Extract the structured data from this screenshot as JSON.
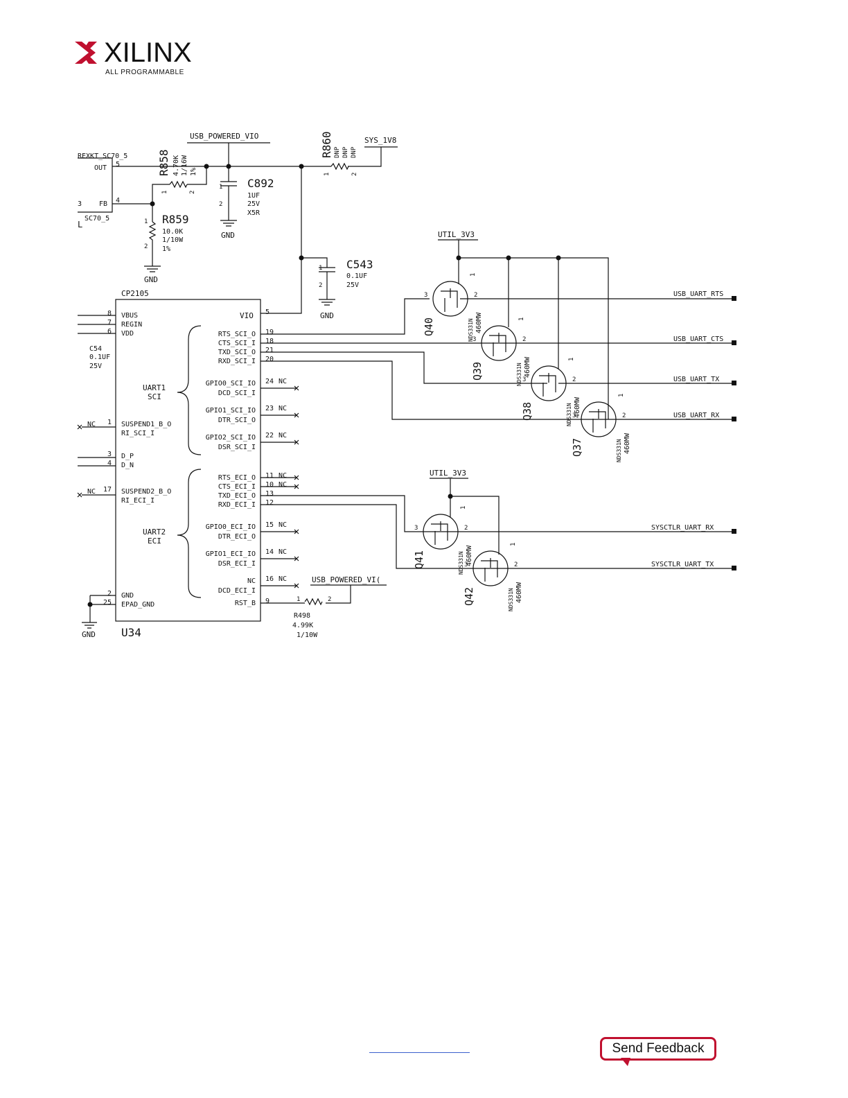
{
  "brand": {
    "name": "XILINX",
    "tagline": "ALL PROGRAMMABLE",
    "color": "#c0102f"
  },
  "footer": {
    "feedback_label": "Send Feedback",
    "link_color": "#3a5fcd"
  },
  "schematic": {
    "nets": {
      "usb_powered_vio": "USB_POWERED_VIO",
      "usb_powered_vio_cut": "USB_POWERED_VI(",
      "sys_1v8": "SYS_1V8",
      "util_3v3_a": "UTIL_3V3",
      "util_3v3_b": "UTIL_3V3",
      "gnd": "GND",
      "usb_uart_rts": "USB_UART_RTS",
      "usb_uart_cts": "USB_UART_CTS",
      "usb_uart_tx": "USB_UART_TX",
      "usb_uart_rx": "USB_UART_RX",
      "sysctlr_uart_rx": "SYSCTLR_UART_RX",
      "sysctlr_uart_tx": "SYSCTLR_UART_TX"
    },
    "regulator": {
      "part": "REXKT_SC70_5",
      "package": "SC70_5",
      "out": "OUT",
      "fb": "FB",
      "pin_out": "5",
      "pin_fb": "4",
      "pin_3": "3",
      "pin_l": "L"
    },
    "r858": {
      "ref": "R858",
      "value": "4.70K",
      "power": "1/16W",
      "tol": "1%",
      "p1": "1",
      "p2": "2"
    },
    "r859": {
      "ref": "R859",
      "value": "10.0K",
      "power": "1/10W",
      "tol": "1%",
      "p1": "1",
      "p2": "2"
    },
    "r860": {
      "ref": "R860",
      "v1": "DNP",
      "v2": "DNP",
      "v3": "DNP",
      "p1": "1",
      "p2": "2"
    },
    "c892": {
      "ref": "C892",
      "value": "1UF",
      "voltage": "25V",
      "dielectric": "X5R",
      "p1": "1",
      "p2": "2"
    },
    "c543": {
      "ref": "C543",
      "value": "0.1UF",
      "voltage": "25V",
      "p1": "1",
      "p2": "2"
    },
    "c54": {
      "ref": "C54",
      "value": "0.1UF",
      "voltage": "25V"
    },
    "r498": {
      "ref": "R498",
      "value": "4.99K",
      "power": "1/10W",
      "p1": "1",
      "p2": "2"
    },
    "u34": {
      "ref": "U34",
      "part": "CP2105",
      "left_pins": [
        {
          "num": "8",
          "name": "VBUS"
        },
        {
          "num": "7",
          "name": "REGIN"
        },
        {
          "num": "6",
          "name": "VDD"
        },
        {
          "num": "1",
          "name": "SUSPEND1_B_O"
        },
        {
          "num": "",
          "name": "RI_SCI_I"
        },
        {
          "num": "3",
          "name": "D_P"
        },
        {
          "num": "4",
          "name": "D_N"
        },
        {
          "num": "17",
          "name": "SUSPEND2_B_O"
        },
        {
          "num": "",
          "name": "RI_ECI_I"
        },
        {
          "num": "2",
          "name": "GND"
        },
        {
          "num": "25",
          "name": "EPAD_GND"
        }
      ],
      "nc_left_1": "NC",
      "nc_left_2": "NC",
      "vio": {
        "num": "5",
        "name": "VIO"
      },
      "uart1_label": "UART1",
      "uart1_sub": "SCI",
      "uart2_label": "UART2",
      "uart2_sub": "ECI",
      "right_pins": [
        {
          "num": "19",
          "name": "RTS_SCI_O",
          "nc": ""
        },
        {
          "num": "18",
          "name": "CTS_SCI_I",
          "nc": ""
        },
        {
          "num": "21",
          "name": "TXD_SCI_O",
          "nc": ""
        },
        {
          "num": "20",
          "name": "RXD_SCI_I",
          "nc": ""
        },
        {
          "num": "24",
          "name": "GPIO0_SCI_IO",
          "nc": "NC"
        },
        {
          "num": "",
          "name": "DCD_SCI_I",
          "nc": ""
        },
        {
          "num": "23",
          "name": "GPIO1_SCI_IO",
          "nc": "NC"
        },
        {
          "num": "",
          "name": "DTR_SCI_O",
          "nc": ""
        },
        {
          "num": "22",
          "name": "GPIO2_SCI_IO",
          "nc": "NC"
        },
        {
          "num": "",
          "name": "DSR_SCI_I",
          "nc": ""
        },
        {
          "num": "11",
          "name": "RTS_ECI_O",
          "nc": "NC"
        },
        {
          "num": "10",
          "name": "CTS_ECI_I",
          "nc": "NC"
        },
        {
          "num": "13",
          "name": "TXD_ECI_O",
          "nc": ""
        },
        {
          "num": "12",
          "name": "RXD_ECI_I",
          "nc": ""
        },
        {
          "num": "15",
          "name": "GPIO0_ECI_IO",
          "nc": "NC"
        },
        {
          "num": "",
          "name": "DTR_ECI_O",
          "nc": ""
        },
        {
          "num": "14",
          "name": "GPIO1_ECI_IO",
          "nc": "NC"
        },
        {
          "num": "",
          "name": "DSR_ECI_I",
          "nc": ""
        },
        {
          "num": "16",
          "name": "NC",
          "nc": "NC"
        },
        {
          "num": "",
          "name": "DCD_ECI_I",
          "nc": ""
        },
        {
          "num": "9",
          "name": "RST_B",
          "nc": ""
        }
      ]
    },
    "fets": [
      {
        "ref": "Q40",
        "part": "NDS331N",
        "power": "460MW",
        "p1": "1",
        "p2": "2",
        "p3": "3"
      },
      {
        "ref": "Q39",
        "part": "NDS331N",
        "power": "460MW",
        "p1": "1",
        "p2": "2",
        "p3": "3"
      },
      {
        "ref": "Q38",
        "part": "NDS331N",
        "power": "460MW",
        "p1": "1",
        "p2": "2",
        "p3": "3"
      },
      {
        "ref": "Q37",
        "part": "NDS331N",
        "power": "460MW",
        "p1": "1",
        "p2": "2",
        "p3": "3"
      },
      {
        "ref": "Q41",
        "part": "NDS331N",
        "power": "460MW",
        "p1": "1",
        "p2": "2",
        "p3": "3"
      },
      {
        "ref": "Q42",
        "part": "NDS331N",
        "power": "460MW",
        "p1": "1",
        "p2": "2",
        "p3": "3"
      }
    ]
  }
}
